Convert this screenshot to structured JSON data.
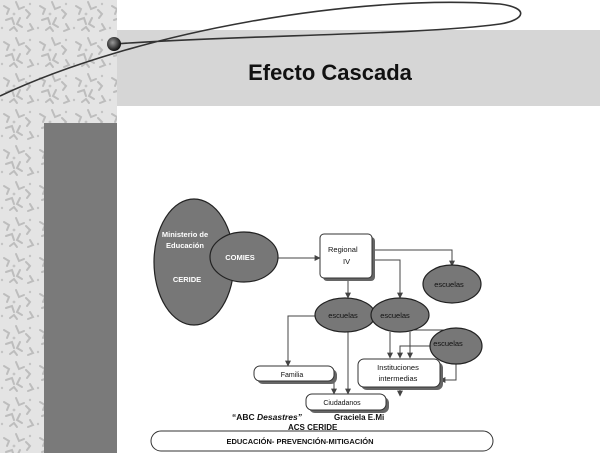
{
  "slide": {
    "title": "Efecto Cascada"
  },
  "diagram": {
    "ministerio_line1": "Ministerio de",
    "ministerio_line2": "Educación",
    "ceride": "CERIDE",
    "comies": "COMIES",
    "regional_line1": "Regional",
    "regional_line2": "IV",
    "escuelas": "escuelas",
    "familia": "Familia",
    "instituciones_line1": "Instituciones",
    "instituciones_line2": "intermedias",
    "ciudadanos": "Ciudadanos",
    "abc_open": "“ABC ",
    "abc_italic": "Desastres”",
    "graciela": "Graciela  E.Mi",
    "acs": "ACS  CERIDE",
    "bottom_banner": "EDUCACIÓN- PREVENCIÓN-MITIGACIÓN"
  },
  "colors": {
    "ellipse_fill": "#777777",
    "band_gray": "#d6d6d6",
    "side_bar": "#7a7a7a",
    "texture_bg": "#e4e4e4"
  }
}
